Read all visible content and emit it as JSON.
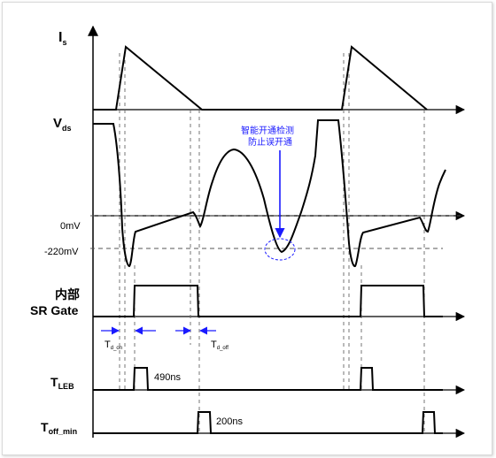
{
  "labels": {
    "is_main": "I",
    "is_sub": "s",
    "vds_main": "V",
    "vds_sub": "ds",
    "zero_mv": "0mV",
    "neg220_mv": "-220mV",
    "sr_gate_line1": "内部",
    "sr_gate_line2": "SR Gate",
    "tleb_main": "T",
    "tleb_sub": "LEB",
    "toff_main": "T",
    "toff_sub": "off_min",
    "td_on_main": "T",
    "td_on_sub": "d_on",
    "td_off_main": "T",
    "td_off_sub": "d_off",
    "leb_time": "490ns",
    "toff_time": "200ns",
    "annotation_line1": "智能开通检测",
    "annotation_line2": "防止误开通"
  },
  "colors": {
    "waveform": "#000000",
    "guide": "#666666",
    "annotation": "#1a1aff"
  }
}
